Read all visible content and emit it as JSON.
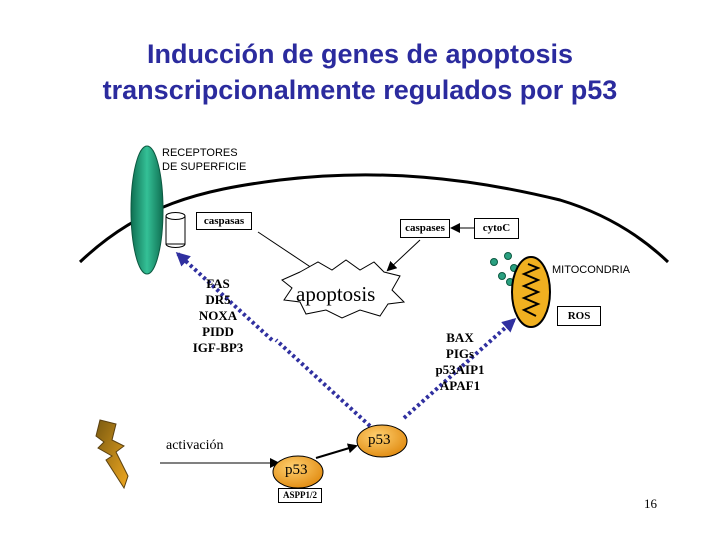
{
  "title": {
    "line1": "Inducción de genes de apoptosis",
    "line2": "transcripcionalmente regulados por p53"
  },
  "labels": {
    "receptors_line1": "RECEPTORES",
    "receptors_line2": "DE SUPERFICIE",
    "caspasas": "caspasas",
    "caspases": "caspases",
    "cytoc": "cytoC",
    "mitocondria": "MITOCONDRIA",
    "ros": "ROS",
    "apoptosis": "apoptosis",
    "activacion": "activación",
    "p53_nucleus": "p53",
    "p53_bottom": "p53",
    "aspp": "ASPP1/2",
    "page_number": "16"
  },
  "gene_lists": {
    "receptor_genes": [
      "FAS",
      "DR5",
      "NOXA",
      "PIDD",
      "IGF-BP3"
    ],
    "mito_genes": [
      "BAX",
      "PIGs",
      "p53AIP1",
      "APAF1"
    ]
  },
  "colors": {
    "title": "#2b2b9e",
    "receptor": "#1a8f6a",
    "p53_fill": "#f0a020",
    "mito_fill": "#f0b020",
    "lightning": "#e8a020",
    "dotted_arrow": "#3030a0",
    "cytoc_dots": "#2aa080"
  }
}
